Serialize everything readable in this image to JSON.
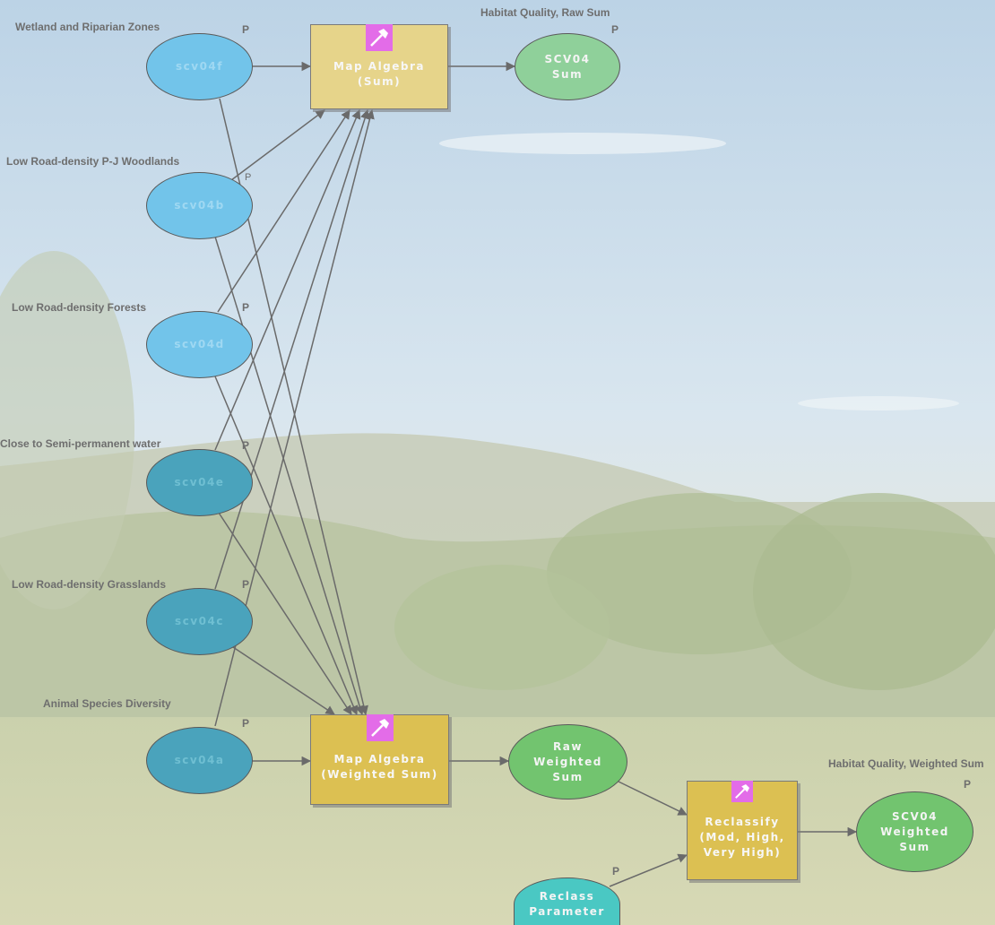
{
  "labels": {
    "wetland": "Wetland and Riparian Zones",
    "pj": "Low Road-density P-J Woodlands",
    "forests": "Low Road-density Forests",
    "water": "Close to Semi-permanent water",
    "grass": "Low Road-density Grasslands",
    "animal": "Animal Species Diversity",
    "raw_sum": "Habitat Quality, Raw Sum",
    "weighted_sum": "Habitat Quality, Weighted Sum"
  },
  "param_flag": "P",
  "nodes": {
    "scv04f": "scv04f",
    "scv04b": "scv04b",
    "scv04d": "scv04d",
    "scv04e": "scv04e",
    "scv04c": "scv04c",
    "scv04a": "scv04a",
    "scv04_sum_l1": "SCV04",
    "scv04_sum_l2": "Sum",
    "raw_l1": "Raw",
    "raw_l2": "Weighted",
    "raw_l3": "Sum",
    "reclass_param_l1": "Reclass",
    "reclass_param_l2": "Parameter",
    "out_l1": "SCV04",
    "out_l2": "Weighted",
    "out_l3": "Sum"
  },
  "tools": {
    "map_algebra_sum": "Map Algebra (Sum)",
    "map_algebra_weighted_l1": "Map Algebra",
    "map_algebra_weighted_l2": "(Weighted Sum)",
    "reclassify_l1": "Reclassify",
    "reclassify_l2": "(Mod, High,",
    "reclassify_l3": "Very High)"
  },
  "icons": {
    "tool": "hammer-icon"
  },
  "colors": {
    "input_oval": "#72c4ea",
    "input_oval_dark": "#4aa3bc",
    "output_oval": "#8fd09a",
    "output_oval_weighted": "#72c46f",
    "param_oval": "#4ac8c3",
    "tool_box": "#dcc052",
    "tool_icon": "#e36ce8",
    "connector": "#6a6a6a"
  }
}
